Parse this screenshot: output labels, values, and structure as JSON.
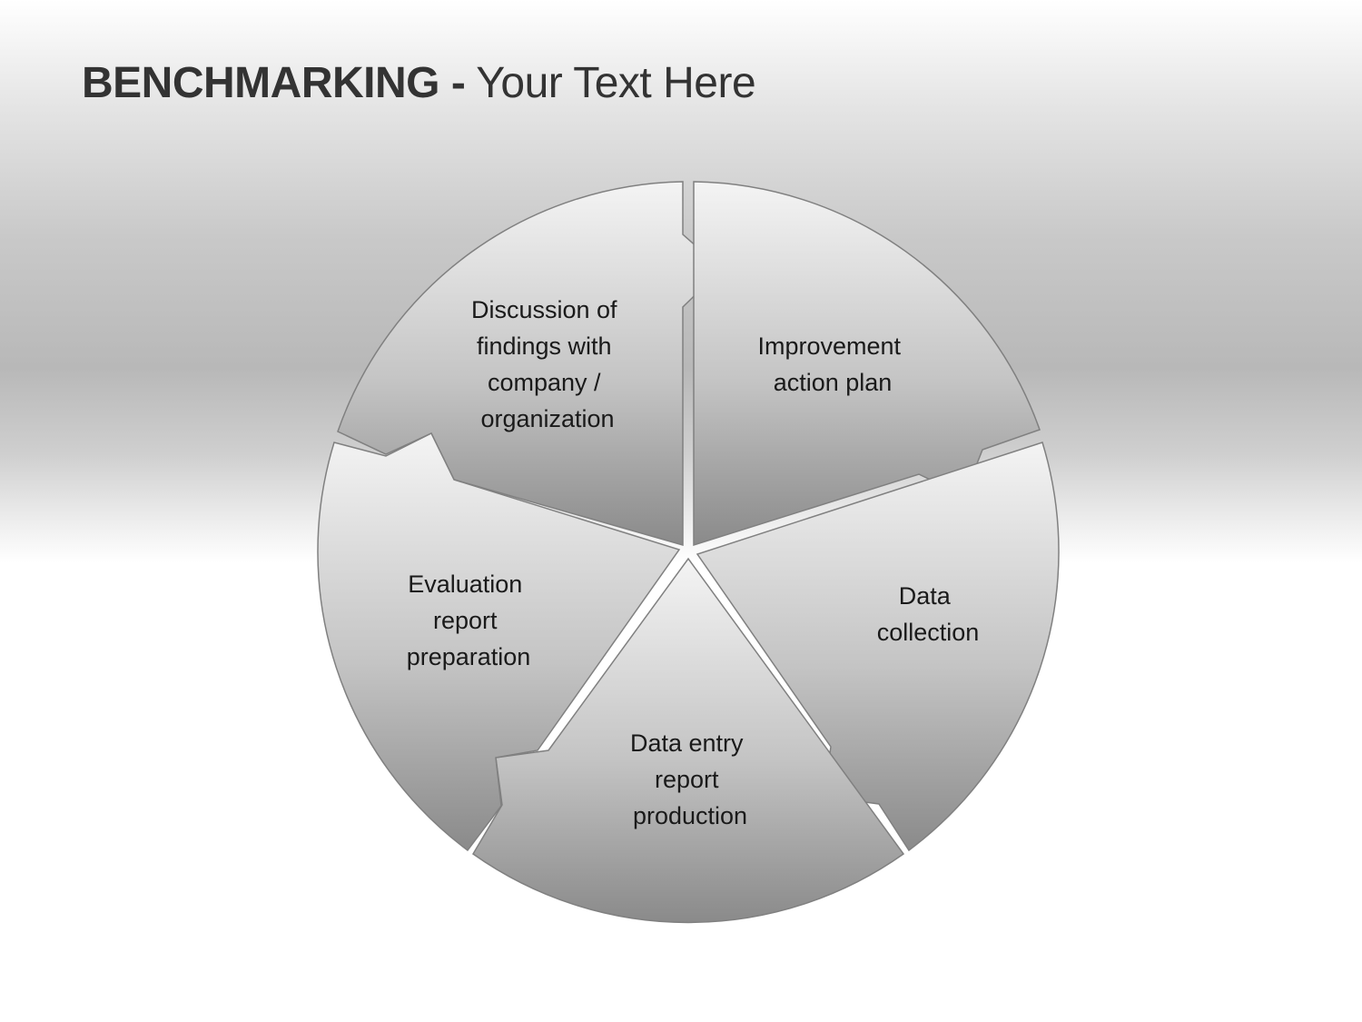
{
  "title": {
    "bold": "BENCHMARKING -",
    "regular": " Your Text Here"
  },
  "cycle": {
    "segments": [
      {
        "lines": [
          "Discussion of",
          "findings with",
          "company /",
          "organization"
        ]
      },
      {
        "lines": [
          "Improvement",
          "action plan"
        ]
      },
      {
        "lines": [
          "Data",
          "collection"
        ]
      },
      {
        "lines": [
          "Data entry",
          "report",
          "production"
        ]
      },
      {
        "lines": [
          "Evaluation",
          "report",
          "preparation"
        ]
      }
    ]
  },
  "colors": {
    "title_text": "#333333",
    "segment_light": "#f4f4f4",
    "segment_dark": "#8a8a8a",
    "segment_stroke": "#808080",
    "label_text": "#1a1a1a"
  }
}
